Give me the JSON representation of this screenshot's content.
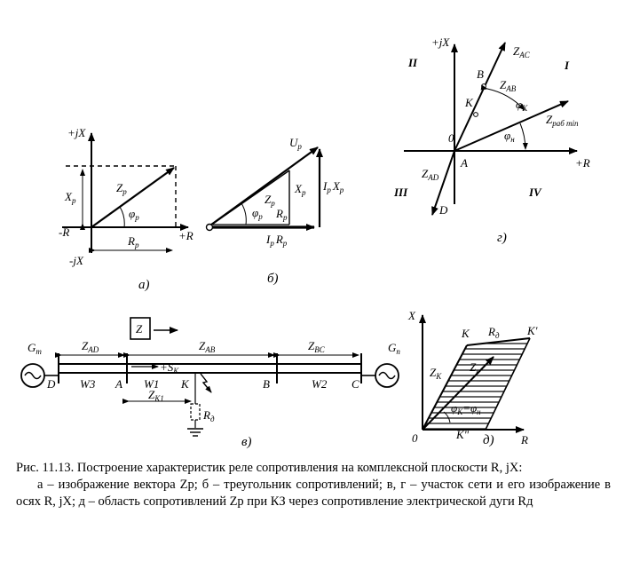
{
  "figure": {
    "a": {
      "label": "а)",
      "axis_plus_jx": "+jX",
      "axis_minus_jx": "-jX",
      "axis_minus_r": "-R",
      "axis_plus_r": "+R",
      "xp": "X",
      "xp_sub": "р",
      "zp": "Z",
      "zp_sub": "р",
      "phi": "φ",
      "phi_sub": "р",
      "rp": "R",
      "rp_sub": "р"
    },
    "b": {
      "label": "б)",
      "up": "U",
      "up_sub": "р",
      "zp": "Z",
      "zp_sub": "р",
      "xp": "X",
      "xp_sub": "р",
      "phi": "φ",
      "phi_sub": "р",
      "rp": "R",
      "rp_sub": "р",
      "ip_xp": "I",
      "ip_xp_sub": "р",
      "ip_xp_tail": "X",
      "ip_xp_tail_sub": "р",
      "ip_rp": "I",
      "ip_rp_sub": "р",
      "ip_rp_tail": "R",
      "ip_rp_tail_sub": "р"
    },
    "g": {
      "label": "г)",
      "axis_plus_jx": "+jX",
      "axis_plus_r": "+R",
      "zac": "Z",
      "zac_sub": "AC",
      "zab": "Z",
      "zab_sub": "AB",
      "zad": "Z",
      "zad_sub": "AD",
      "zrab": "Z",
      "zrab_sub": "раб min",
      "phik": "φ",
      "phik_sub": "К",
      "phin": "φ",
      "phin_sub": "н",
      "pt_b": "B",
      "pt_k": "K",
      "pt_o": "0",
      "pt_a": "A",
      "pt_d": "D",
      "q1": "I",
      "q2": "II",
      "q3": "III",
      "q4": "IV"
    },
    "v": {
      "label": "в)",
      "gm": "G",
      "gm_sub": "m",
      "gn": "G",
      "gn_sub": "n",
      "zad": "Z",
      "zad_sub": "AD",
      "zab": "Z",
      "zab_sub": "AB",
      "zbc": "Z",
      "zbc_sub": "BC",
      "z_box": "Z",
      "sk": "+S",
      "sk_sub": "К",
      "zk1": "Z",
      "zk1_sub": "К1",
      "rd": "R",
      "rd_sub": "д",
      "w3": "W3",
      "w1": "W1",
      "w2": "W2",
      "d": "D",
      "a": "A",
      "k": "K",
      "b": "B",
      "c": "C"
    },
    "d": {
      "label": "д)",
      "x": "X",
      "r": "R",
      "o": "0",
      "k": "K",
      "k1": "K'",
      "k2": "K\"",
      "rd": "R",
      "rd_sub": "д",
      "zk": "Z",
      "zk_sub": "К",
      "zp": "Z",
      "zp_sub": "р",
      "phi": "φ",
      "phi_sub": "К",
      "eq": "=φ",
      "eq_sub": "н"
    }
  },
  "caption": {
    "title": "Рис. 11.13. Построение характеристик реле сопротивления на комплексной плоскости R, jX:",
    "legend": "а – изображение вектора Zр; б – треугольник сопротивлений; в, г – участок сети и его изображение в осях R, jX; д – область сопротивлений Zр при КЗ через сопротивление электрической дуги Rд"
  }
}
